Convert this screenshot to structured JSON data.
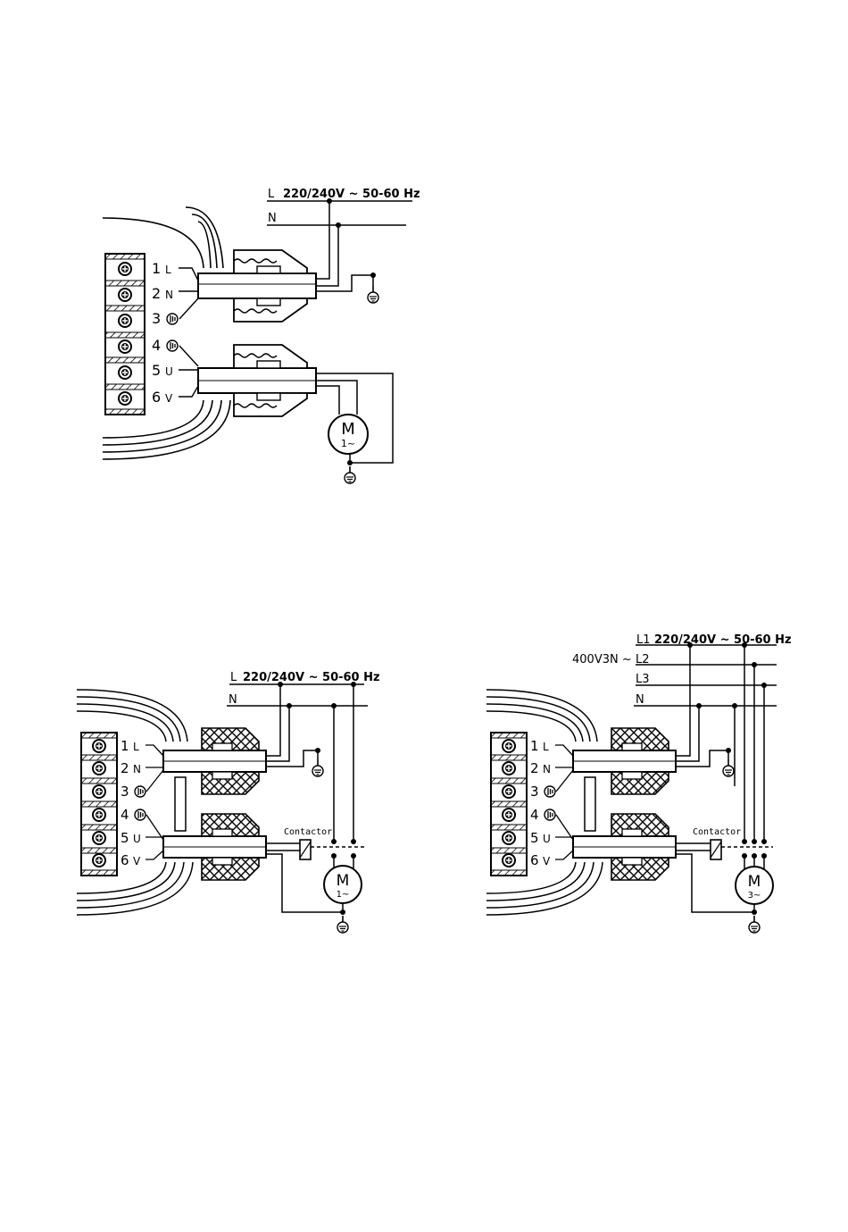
{
  "diagram1": {
    "supply_L": "L",
    "supply_rating": "220/240V ~ 50-60 Hz",
    "supply_N": "N",
    "terminals": [
      {
        "num": "1",
        "mark": "L"
      },
      {
        "num": "2",
        "mark": "N"
      },
      {
        "num": "3",
        "mark": ""
      },
      {
        "num": "4",
        "mark": ""
      },
      {
        "num": "5",
        "mark": "U"
      },
      {
        "num": "6",
        "mark": "V"
      }
    ],
    "motor_label": "M",
    "motor_phase": "1~"
  },
  "diagram2": {
    "supply_L": "L",
    "supply_rating": "220/240V ~ 50-60 Hz",
    "supply_N": "N",
    "terminals": [
      {
        "num": "1",
        "mark": "L"
      },
      {
        "num": "2",
        "mark": "N"
      },
      {
        "num": "3",
        "mark": ""
      },
      {
        "num": "4",
        "mark": ""
      },
      {
        "num": "5",
        "mark": "U"
      },
      {
        "num": "6",
        "mark": "V"
      }
    ],
    "contactor_label": "Contactor",
    "motor_label": "M",
    "motor_phase": "1~"
  },
  "diagram3": {
    "supply_L1": "L1",
    "supply_rating": "220/240V ~ 50-60 Hz",
    "supply_3ph": "400V3N ~",
    "supply_L2": "L2",
    "supply_L3": "L3",
    "supply_N": "N",
    "terminals": [
      {
        "num": "1",
        "mark": "L"
      },
      {
        "num": "2",
        "mark": "N"
      },
      {
        "num": "3",
        "mark": ""
      },
      {
        "num": "4",
        "mark": ""
      },
      {
        "num": "5",
        "mark": "U"
      },
      {
        "num": "6",
        "mark": "V"
      }
    ],
    "contactor_label": "Contactor",
    "motor_label": "M",
    "motor_phase": "3~"
  }
}
